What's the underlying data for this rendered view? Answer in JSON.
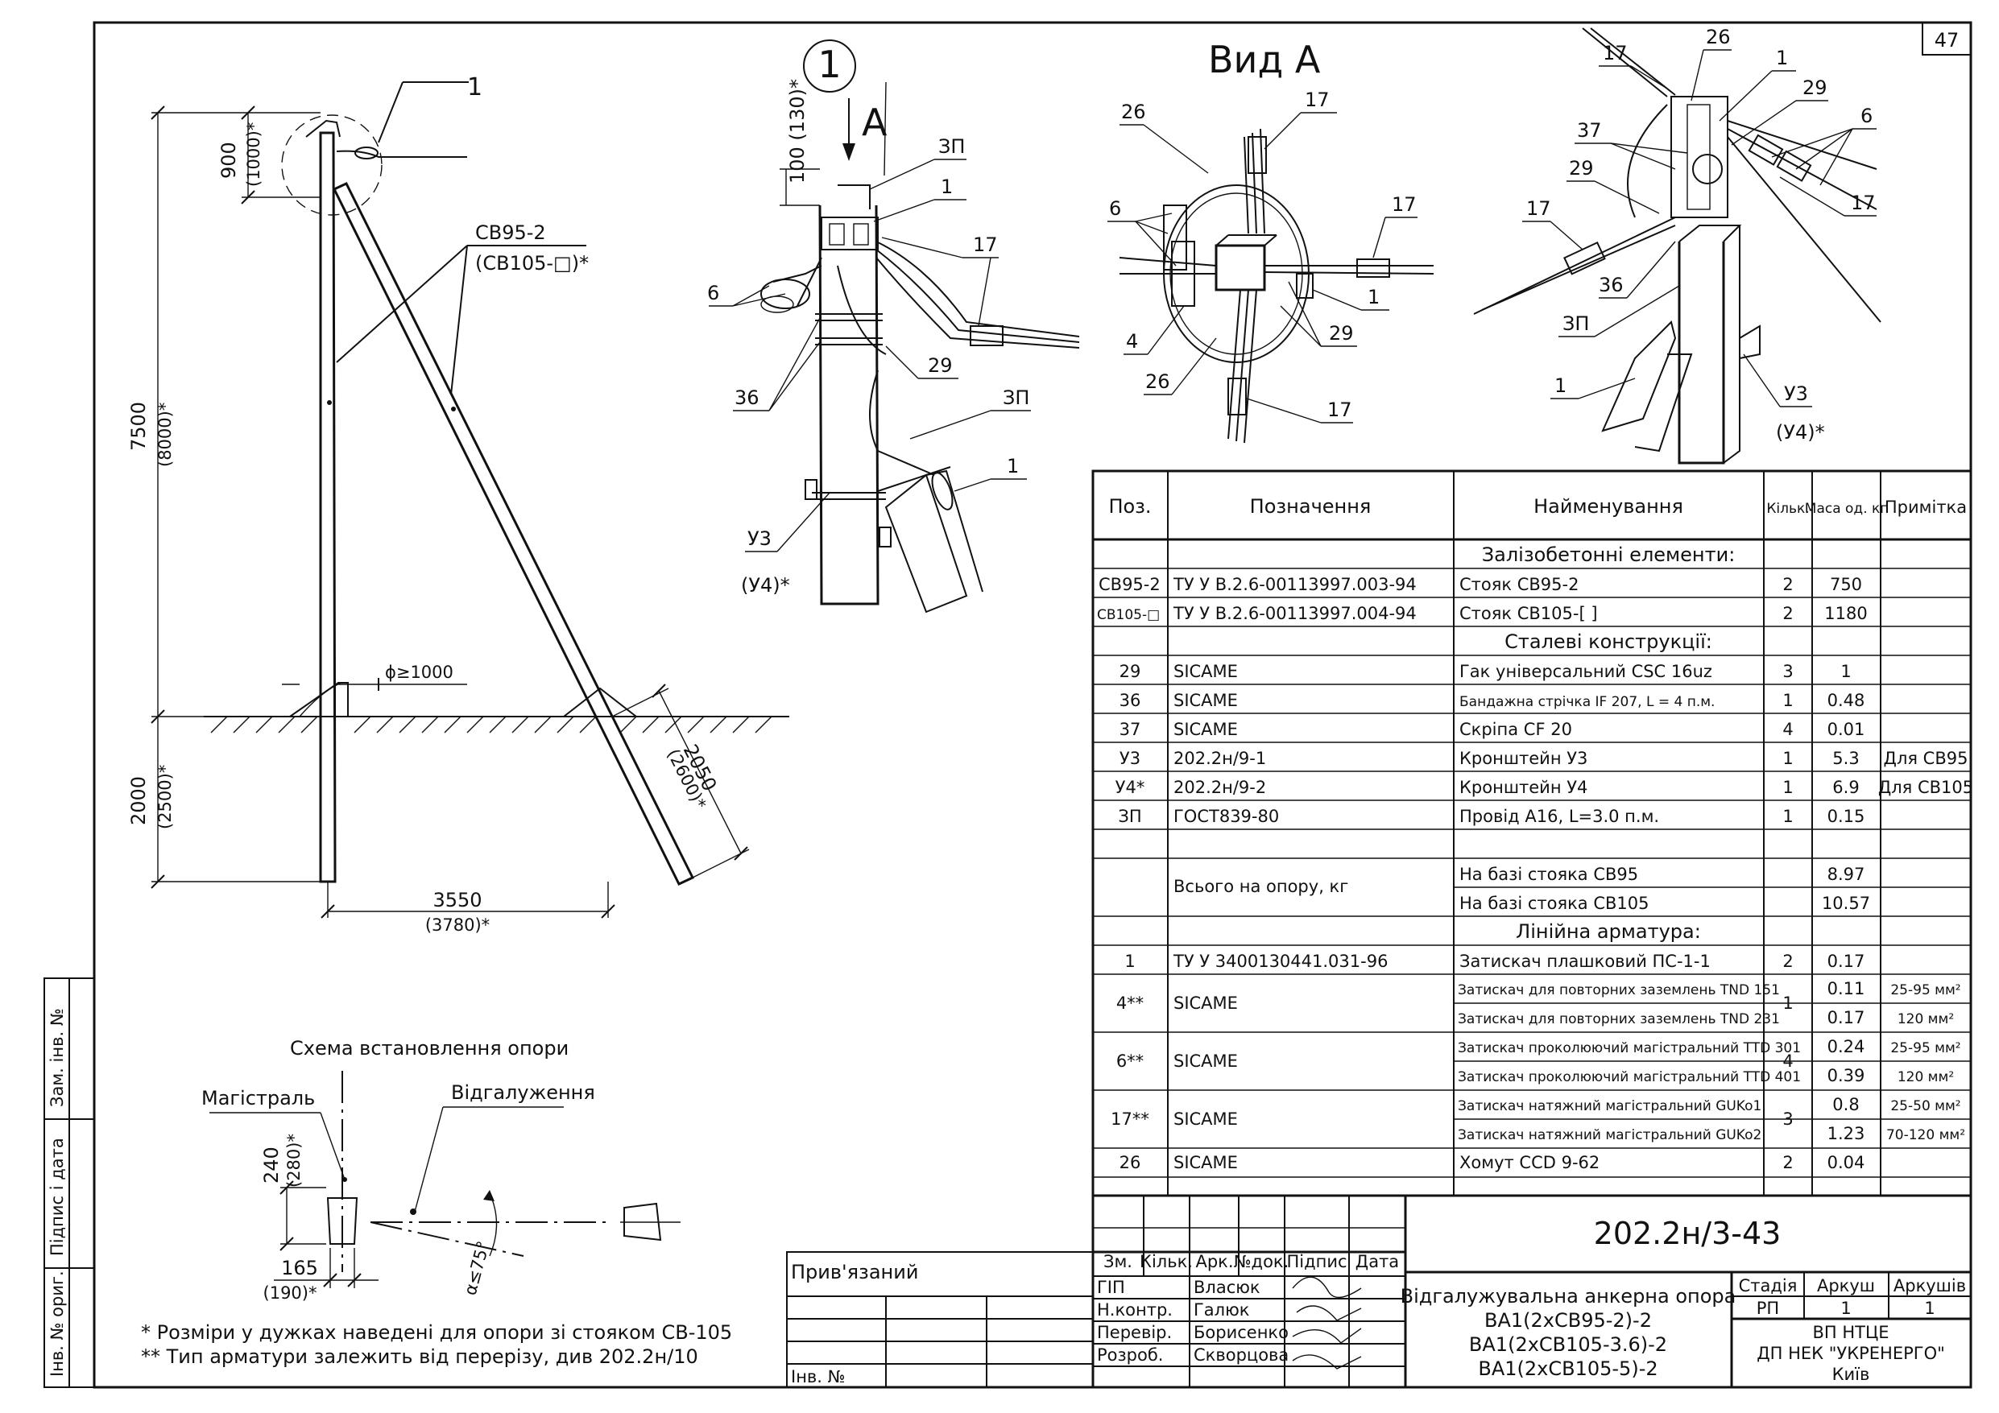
{
  "sheet": {
    "number": "47"
  },
  "drawing": {
    "callout1": "1",
    "callout1_detail": "1",
    "arrow_a": "A",
    "view_a_title": "Вид А",
    "dim_900": "900",
    "dim_1000": "(1000)*",
    "dim_7500": "7500",
    "dim_8000": "(8000)*",
    "dim_2000": "2000",
    "dim_2500": "(2500)*",
    "dim_2050": "2050",
    "dim_2600": "(2600)*",
    "dim_3550": "3550",
    "dim_3780": "(3780)*",
    "dim_phi": "ϕ≥1000",
    "label_cb95": "СВ95-2",
    "label_cb105": "(СВ105-□)*",
    "detail_dim_100": "100 (130)*",
    "detail_labels": {
      "zp1": "ЗП",
      "p1": "1",
      "p17": "17",
      "p6": "6",
      "p36": "36",
      "p29": "29",
      "zp2": "ЗП",
      "p1b": "1",
      "u3": "У3",
      "u4": "(У4)*"
    },
    "view_labels": {
      "p26": "26",
      "p17a": "17",
      "p6": "6",
      "p17b": "17",
      "p1": "1",
      "p29": "29",
      "p4": "4",
      "p26b": "26",
      "p17c": "17"
    },
    "iso_labels": {
      "p17a": "17",
      "p26": "26",
      "p1": "1",
      "p29": "29",
      "p37": "37",
      "p6": "6",
      "p29b": "29",
      "p17b": "17",
      "p17c": "17",
      "p36": "36",
      "zp": "ЗП",
      "p1b": "1",
      "u3": "У3",
      "u4": "(У4)*"
    }
  },
  "scheme": {
    "title": "Схема встановлення опори",
    "main_line": "Магістраль",
    "branch": "Відгалуження",
    "dim_240": "240",
    "dim_280": "(280)*",
    "dim_165": "165",
    "dim_190": "(190)*",
    "angle": "α≤75°"
  },
  "notes": [
    "* Розміри у дужках наведені для опори зі стояком СВ-105",
    "** Тип арматури залежить від перерізу, див 202.2н/10"
  ],
  "side_stamp": [
    "Інв. № ориг.",
    "Підпис і дата",
    "Зам. інв. №"
  ],
  "table": {
    "headers": [
      "Поз.",
      "Позначення",
      "Найменування",
      "Кільк.",
      "Маса од. кг",
      "Примітка"
    ],
    "sections": {
      "s1": "Залізобетонні елементи:",
      "s2": "Сталеві конструкції:",
      "s3": "Лінійна арматура:"
    },
    "rows1": [
      {
        "pos": "СВ95-2",
        "des": "ТУ У В.2.6-00113997.003-94",
        "name": "Стояк СВ95-2",
        "qty": "2",
        "mass": "750",
        "note": ""
      },
      {
        "pos": "СВ105-□",
        "des": "ТУ У В.2.6-00113997.004-94",
        "name": "Стояк СВ105-[   ]",
        "qty": "2",
        "mass": "1180",
        "note": ""
      }
    ],
    "rows2": [
      {
        "pos": "29",
        "des": "SICAME",
        "name": "Гак універсальний CSC 16uz",
        "qty": "3",
        "mass": "1",
        "note": ""
      },
      {
        "pos": "36",
        "des": "SICAME",
        "name": "Бандажна стрічка IF 207, L = 4 п.м.",
        "qty": "1",
        "mass": "0.48",
        "note": ""
      },
      {
        "pos": "37",
        "des": "SICAME",
        "name": "Скріпа CF 20",
        "qty": "4",
        "mass": "0.01",
        "note": ""
      },
      {
        "pos": "У3",
        "des": "202.2н/9-1",
        "name": "Кронштейн У3",
        "qty": "1",
        "mass": "5.3",
        "note": "Для СВ95"
      },
      {
        "pos": "У4*",
        "des": "202.2н/9-2",
        "name": "Кронштейн У4",
        "qty": "1",
        "mass": "6.9",
        "note": "Для СВ105"
      },
      {
        "pos": "ЗП",
        "des": "ГОСТ839-80",
        "name": "Провід А16, L=3.0 п.м.",
        "qty": "1",
        "mass": "0.15",
        "note": ""
      }
    ],
    "total_label": "Всього на опору, кг",
    "total_rows": [
      {
        "name": "На базі стояка СВ95",
        "mass": "8.97"
      },
      {
        "name": "На базі стояка СВ105",
        "mass": "10.57"
      }
    ],
    "row_clamp": {
      "pos": "1",
      "des": "ТУ У 3400130441.031-96",
      "name": "Затискач плашковий ПС-1-1",
      "qty": "2",
      "mass": "0.17",
      "note": ""
    },
    "groups": [
      {
        "pos": "4**",
        "des": "SICAME",
        "qty": "1",
        "items": [
          {
            "name": "Затискач для повторних заземлень TND 151",
            "mass": "0.11",
            "note": "25-95 мм²"
          },
          {
            "name": "Затискач для повторних заземлень TND 231",
            "mass": "0.17",
            "note": "120 мм²"
          }
        ]
      },
      {
        "pos": "6**",
        "des": "SICAME",
        "qty": "4",
        "items": [
          {
            "name": "Затискач проколюючий магістральний TTD 301",
            "mass": "0.24",
            "note": "25-95 мм²"
          },
          {
            "name": "Затискач проколюючий магістральний TTD 401",
            "mass": "0.39",
            "note": "120 мм²"
          }
        ]
      },
      {
        "pos": "17**",
        "des": "SICAME",
        "qty": "3",
        "items": [
          {
            "name": "Затискач натяжний магістральний GUKo1",
            "mass": "0.8",
            "note": "25-50 мм²"
          },
          {
            "name": "Затискач натяжний магістральний GUKo2",
            "mass": "1.23",
            "note": "70-120 мм²"
          }
        ]
      }
    ],
    "row_last": {
      "pos": "26",
      "des": "SICAME",
      "name": "Хомут CCD 9-62",
      "qty": "2",
      "mass": "0.04",
      "note": ""
    }
  },
  "title_block": {
    "code": "202.2н/3-43",
    "col_headers": [
      "Зм.",
      "Кільк.",
      "Арк.",
      "№док.",
      "Підпис",
      "Дата"
    ],
    "roles": [
      {
        "role": "ГІП",
        "name": "Власюк"
      },
      {
        "role": "Н.контр.",
        "name": "Галюк"
      },
      {
        "role": "Перевір.",
        "name": "Борисенко"
      },
      {
        "role": "Розроб.",
        "name": "Скворцова"
      }
    ],
    "linked": "Прив'язаний",
    "inv_no": "Інв. №",
    "desc": [
      "Відгалужувальна анкерна опора",
      "ВА1(2хСВ95-2)-2",
      "ВА1(2хСВ105-3.6)-2",
      "ВА1(2хСВ105-5)-2"
    ],
    "stage_h": "Стадія",
    "sheet_h": "Аркуш",
    "sheets_h": "Аркушів",
    "stage": "РП",
    "sheet": "1",
    "sheets": "1",
    "org": [
      "ВП НТЦЕ",
      "ДП НЕК \"УКРЕНЕРГО\"",
      "Київ"
    ]
  }
}
